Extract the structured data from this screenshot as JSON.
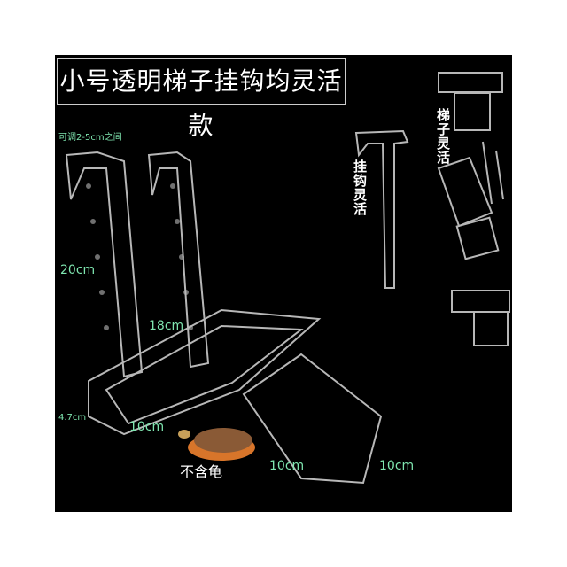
{
  "title": "小号透明梯子挂钩均灵活款",
  "labels": {
    "adjustable": "可调2-5cm之间",
    "height_20": "20cm",
    "width_18": "18cm",
    "height_4_7": "4.7cm",
    "depth_10": "10cm",
    "no_turtle": "不含龟",
    "ladder_width": "10cm",
    "ladder_length": "10cm",
    "hook_flexible": "挂钩灵活",
    "ladder_flexible": "梯子灵活"
  },
  "colors": {
    "background": "#000000",
    "label_green": "#7fe6b0",
    "acrylic": "#d8d8d8"
  }
}
